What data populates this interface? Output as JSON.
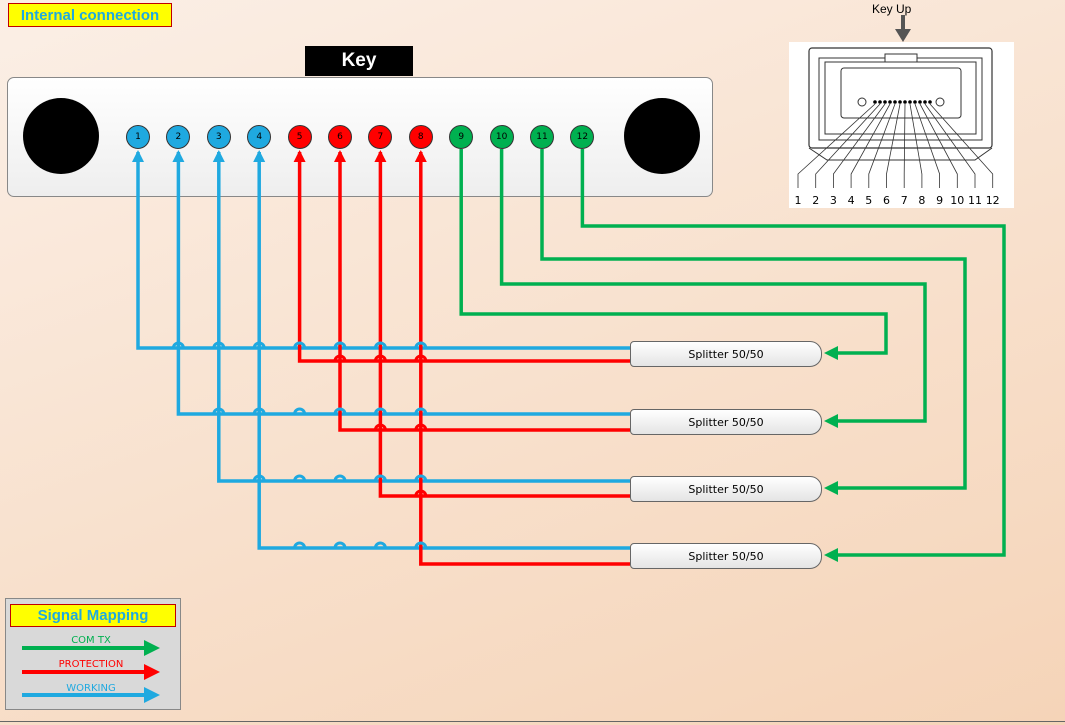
{
  "title": "Internal connection",
  "key_label": "Key",
  "key_up_label": "Key Up",
  "inset_pin_numbers": [
    "1",
    "2",
    "3",
    "4",
    "5",
    "6",
    "7",
    "8",
    "9",
    "10",
    "11",
    "12"
  ],
  "pins": [
    {
      "label": "1",
      "group": "working"
    },
    {
      "label": "2",
      "group": "working"
    },
    {
      "label": "3",
      "group": "working"
    },
    {
      "label": "4",
      "group": "working"
    },
    {
      "label": "5",
      "group": "protection"
    },
    {
      "label": "6",
      "group": "protection"
    },
    {
      "label": "7",
      "group": "protection"
    },
    {
      "label": "8",
      "group": "protection"
    },
    {
      "label": "9",
      "group": "com_tx"
    },
    {
      "label": "10",
      "group": "com_tx"
    },
    {
      "label": "11",
      "group": "com_tx"
    },
    {
      "label": "12",
      "group": "com_tx"
    }
  ],
  "splitters": [
    {
      "label": "Splitter 50/50",
      "working_pin": "1",
      "protection_pin": "5",
      "com_tx_pin": "9"
    },
    {
      "label": "Splitter 50/50",
      "working_pin": "2",
      "protection_pin": "6",
      "com_tx_pin": "10"
    },
    {
      "label": "Splitter 50/50",
      "working_pin": "3",
      "protection_pin": "7",
      "com_tx_pin": "11"
    },
    {
      "label": "Splitter 50/50",
      "working_pin": "4",
      "protection_pin": "8",
      "com_tx_pin": "12"
    }
  ],
  "legend": {
    "title": "Signal Mapping",
    "items": [
      {
        "label": "COM TX",
        "color": "#00b050"
      },
      {
        "label": "PROTECTION",
        "color": "#ff0000"
      },
      {
        "label": "WORKING",
        "color": "#1fa9e0"
      }
    ]
  },
  "colors": {
    "working": "#1fa9e0",
    "protection": "#ff0000",
    "com_tx": "#00b050"
  }
}
